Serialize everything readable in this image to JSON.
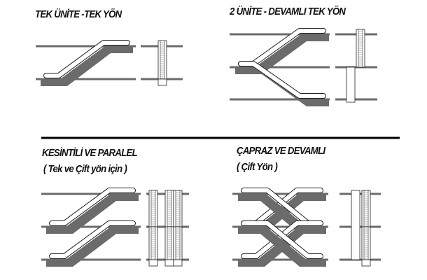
{
  "sections": [
    {
      "title": "TEK ÜNİTE -TEK YÖN"
    },
    {
      "title": "2 ÜNİTE - DEVAMLI TEK YÖN"
    },
    {
      "title": "KESİNTİLİ VE PARALEL",
      "subtitle": "( Tek ve Çift yön için )"
    },
    {
      "title": "ÇAPRAZ  VE DEVAMLI",
      "subtitle": "( Çift Yön )"
    }
  ],
  "colors": {
    "truss": "#6b6b6b",
    "floor": "#6b6b6b",
    "line": "#222222",
    "divider": "#000000"
  }
}
